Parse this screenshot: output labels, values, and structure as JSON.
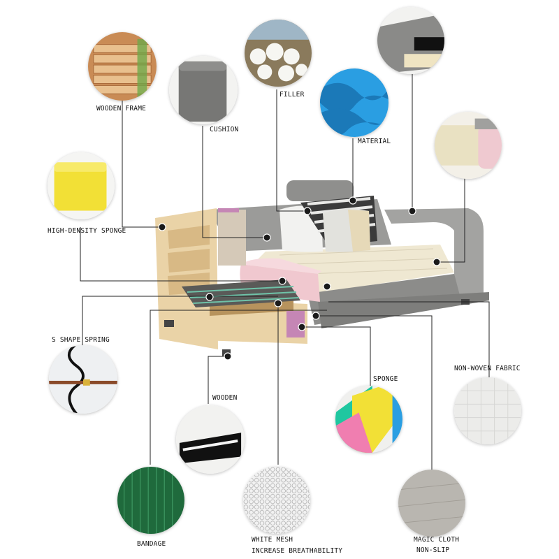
{
  "labels": {
    "wooden_frame": "WOODEN FRAME",
    "cushion": "CUSHION",
    "filler": "FILLER",
    "material": "MATERIAL",
    "high_density_sponge": "HIGH-DENSITY SPONGE",
    "s_shape_spring": "S SHAPE SPRING",
    "wooden": "WOODEN",
    "sponge": "SPONGE",
    "non_woven_fabric": "NON-WOVEN FABRIC",
    "bandage": "BANDAGE",
    "white_mesh": "WHITE MESH",
    "increase_breathability": "INCREASE BREATHABILITY",
    "magic_cloth": "MAGIC CLOTH",
    "non_slip": "NON-SLIP"
  },
  "colors": {
    "fabric_grey": "#9a9a98",
    "wood": "#e9d2a6",
    "pink": "#f0c8cf",
    "cream": "#efe8d2",
    "yellow_sponge": "#f2e036",
    "blue_material": "#1e8fd6",
    "bandage_green": "#1f6a3c"
  }
}
